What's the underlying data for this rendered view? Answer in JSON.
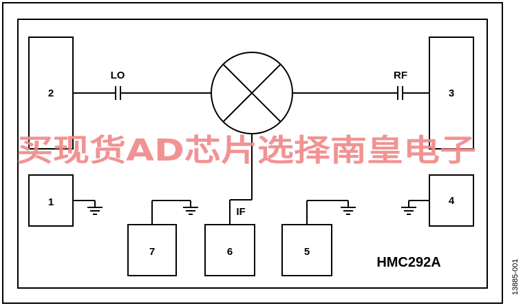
{
  "part_number": "HMC292A",
  "figure_code": "13885-001",
  "watermark": "买现货AD芯片选择南皇电子",
  "signals": {
    "lo": "LO",
    "rf": "RF",
    "if": "IF"
  },
  "pins": [
    "1",
    "2",
    "3",
    "4",
    "5",
    "6",
    "7"
  ]
}
